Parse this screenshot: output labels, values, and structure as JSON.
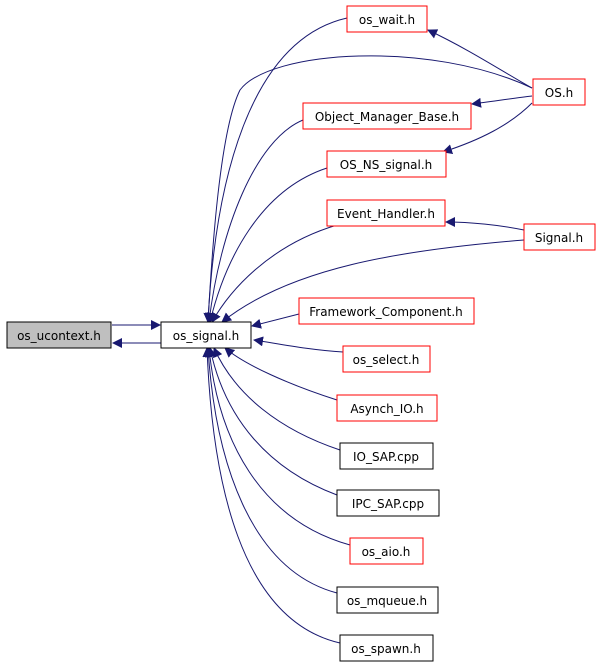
{
  "colors": {
    "edge": "#191970",
    "link_border": "#ff0000",
    "plain_border": "#000000",
    "highlight_fill": "#bfbfbf"
  },
  "nodes": {
    "os_ucontext": "os_ucontext.h",
    "os_signal": "os_signal.h",
    "os_wait": "os_wait.h",
    "OS": "OS.h",
    "Object_Manager_Base": "Object_Manager_Base.h",
    "OS_NS_signal": "OS_NS_signal.h",
    "Event_Handler": "Event_Handler.h",
    "Signal": "Signal.h",
    "Framework_Component": "Framework_Component.h",
    "os_select": "os_select.h",
    "Asynch_IO": "Asynch_IO.h",
    "IO_SAP": "IO_SAP.cpp",
    "IPC_SAP": "IPC_SAP.cpp",
    "os_aio": "os_aio.h",
    "os_mqueue": "os_mqueue.h",
    "os_spawn": "os_spawn.h"
  }
}
